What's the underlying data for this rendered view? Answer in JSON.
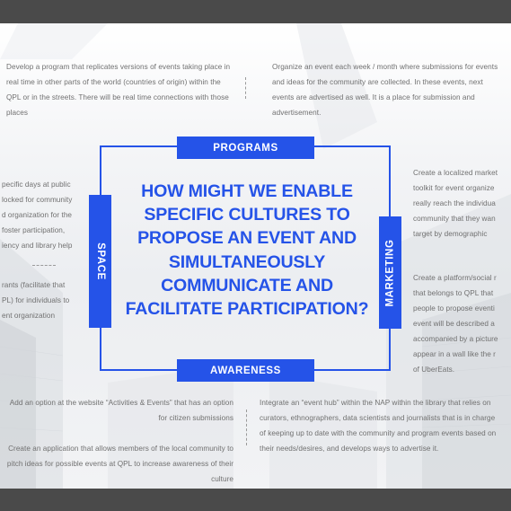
{
  "palette": {
    "accent": "#2553e8",
    "text": "#707070",
    "frame_bg": "#4a4a4a"
  },
  "question": "HOW MIGHT WE ENABLE SPECIFIC CULTURES TO PROPOSE AN EVENT AND SIMULTANEOUSLY COMMUNICATE AND FACILITATE PARTICIPATION?",
  "labels": {
    "programs": "PROGRAMS",
    "awareness": "AWARENESS",
    "space": "SPACE",
    "marketing": "MARKETING"
  },
  "notes": {
    "top_left": "Develop a program that replicates versions of events taking place in real time in other parts of the world (countries of origin) within the QPL or in the streets.  There will be real time connections with those places",
    "top_right": "Organize an event each week / month where submissions for events and ideas for the community are collected. In these events, next events are advertised as well. It is a place for submission and advertisement.",
    "left_1": [
      "pecific days at public",
      "locked for community",
      "d organization for the",
      "foster participation,",
      "iency and library help"
    ],
    "left_2": [
      "rants (facilitate that",
      "PL) for individuals to",
      "ent organization"
    ],
    "right_1": [
      "Create a localized market",
      "toolkit for event organize",
      "really reach the individua",
      "community that they wan",
      "target by demographic"
    ],
    "right_2": [
      "Create a platform/social r",
      "that belongs to QPL that",
      "people to propose eventi",
      "event will be described a",
      "accompanied by a picture",
      "appear in a wall like the r",
      "of UberEats."
    ],
    "bottom_left_1": "Add an option at the website “Activities & Events” that has an option for citizen submissions",
    "bottom_left_2": "Create an application that allows members of the local community to pitch ideas for possible events at QPL to increase awareness of their culture",
    "bottom_right": "Integrate an “event hub” within the NAP within the library that relies on curators, ethnographers, data scientists and journalists that is in charge of keeping up to date with the community and program events based on their needs/desires, and develops ways to advertise it."
  }
}
